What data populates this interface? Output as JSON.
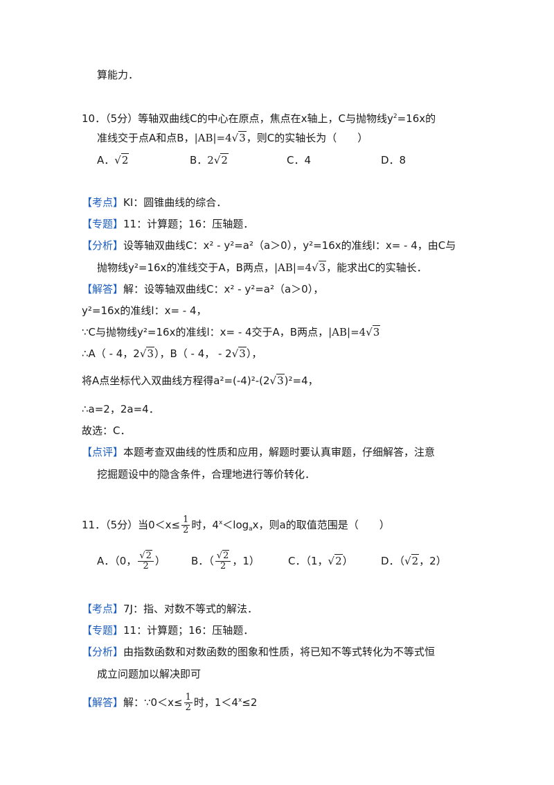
{
  "top_line": "算能力．",
  "q10": {
    "stem_1": "10．（5分）等轴双曲线C的中心在原点，焦点在x轴上，C与抛物线y",
    "stem_1_sup": "2",
    "stem_1_tail": "=16x的",
    "stem_2a": "准线交于点A和点B，",
    "stem_2_abs": "|AB|=4",
    "stem_2_rad": "3",
    "stem_2b": "，则C的实轴长为（　　）",
    "options": [
      "A．",
      "B．",
      "C．4",
      "D．8"
    ],
    "opt_a_rad": "2",
    "opt_b_coef": "2",
    "opt_b_rad": "2",
    "kaodian_tag": "【考点】",
    "kaodian": "KI：圆锥曲线的综合．",
    "zhuanti_tag": "【专题】",
    "zhuanti": "11：计算题；16：压轴题．",
    "fenxi_tag": "【分析】",
    "fenxi_1": "设等轴双曲线C：x² - y²=a²（a＞0），y²=16x的准线l：x= - 4，由C与",
    "fenxi_2a": "抛物线y²=16x的准线交于A，B两点，",
    "fenxi_2_abs": "|AB|=4",
    "fenxi_2_rad": "3",
    "fenxi_2b": "，能求出C的实轴长．",
    "jieda_tag": "【解答】",
    "jieda_1": "解：设等轴双曲线C：x² - y²=a²（a＞0），",
    "jieda_2": "y²=16x的准线l：x= - 4，",
    "jieda_3a": "∵C与抛物线y²=16x的准线l：x= - 4交于A，B两点，",
    "jieda_3_abs": "|AB|=4",
    "jieda_3_rad": "3",
    "jieda_4a": "∴A（ - 4，2",
    "jieda_4_rad1": "3",
    "jieda_4b": "），B（ - 4， - 2",
    "jieda_4_rad2": "3",
    "jieda_4c": "），",
    "jieda_5a": "将A点坐标代入双曲线方程得a²=(-4)²-(2",
    "jieda_5_rad": "3",
    "jieda_5b": ")²=4，",
    "jieda_6": "∴a=2，2a=4．",
    "jieda_7": "故选：C．",
    "dianping_tag": "【点评】",
    "dianping_1": "本题考查双曲线的性质和应用，解题时要认真审题，仔细解答，注意",
    "dianping_2": "挖掘题设中的隐含条件，合理地进行等价转化．"
  },
  "q11": {
    "stem_a": "11．（5分）当0＜x≤",
    "frac_num": "1",
    "frac_den": "2",
    "stem_b": "时，4",
    "stem_b_sup": "x",
    "stem_c": "＜log",
    "stem_c_sub": "a",
    "stem_d": "x，则a的取值范围是（　　）",
    "opt_a_pre": "A．（0，",
    "opt_a_num_rad": "2",
    "opt_a_den": "2",
    "opt_a_post": "）",
    "opt_b_pre": "B．（",
    "opt_b_num_rad": "2",
    "opt_b_den": "2",
    "opt_b_post": "，1）",
    "opt_c_pre": "C．（1，",
    "opt_c_rad": "2",
    "opt_c_post": "）",
    "opt_d_pre": "D．（",
    "opt_d_rad": "2",
    "opt_d_post": "，2）",
    "kaodian_tag": "【考点】",
    "kaodian": "7J：指、对数不等式的解法．",
    "zhuanti_tag": "【专题】",
    "zhuanti": "11：计算题；16：压轴题．",
    "fenxi_tag": "【分析】",
    "fenxi_1": "由指数函数和对数函数的图象和性质，将已知不等式转化为不等式恒",
    "fenxi_2": "成立问题加以解决即可",
    "jieda_tag": "【解答】",
    "jieda_a": "解：∵0＜x≤",
    "jieda_frac_num": "1",
    "jieda_frac_den": "2",
    "jieda_b": "时，1＜4",
    "jieda_b_sup": "x",
    "jieda_c": "≤2"
  }
}
